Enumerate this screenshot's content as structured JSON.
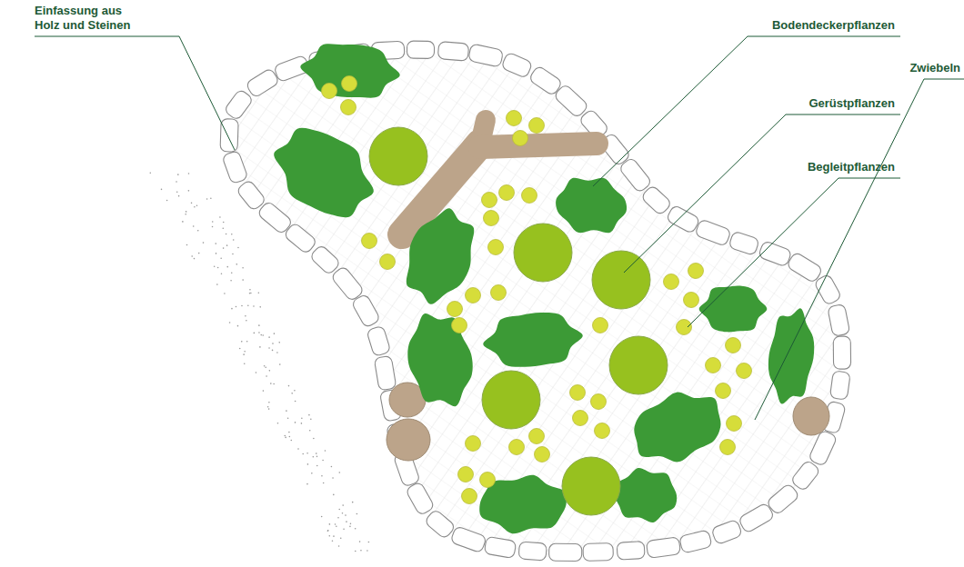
{
  "diagram": {
    "labels": [
      "Einfassung aus Holz und Steinen",
      "Bodendeckerpflanzen",
      "Gerüstpflanzen",
      "Begleitpflanzen",
      "Zwiebeln"
    ]
  }
}
